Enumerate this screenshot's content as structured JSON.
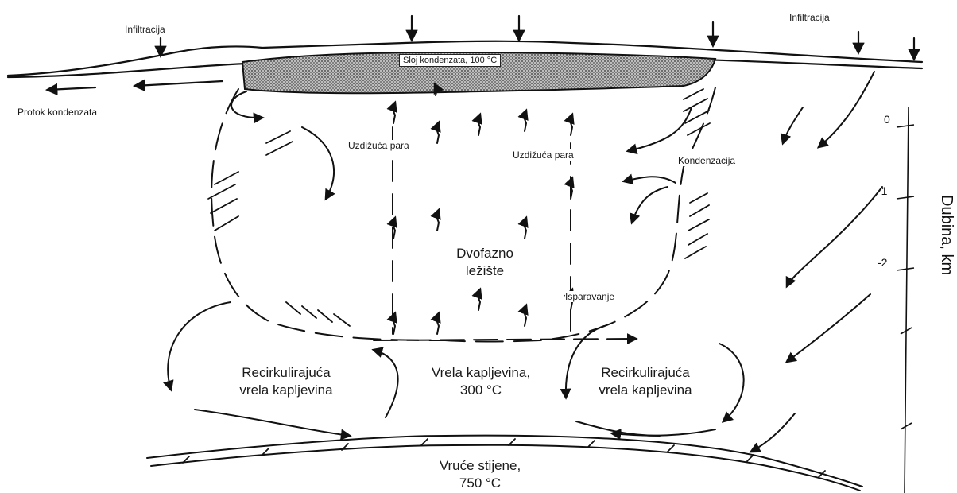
{
  "labels": {
    "infiltration_left": "Infiltracija",
    "infiltration_right": "Infiltracija",
    "condensate_flow": "Protok kondenzata",
    "condensate_layer": "Sloj kondenzata, 100 °C",
    "rising_steam_left": "Uzdižuća para",
    "rising_steam_right": "Uzdižuća para",
    "condensation": "Kondenzacija",
    "two_phase_line1": "Dvofazno",
    "two_phase_line2": "ležište",
    "evaporation": "Isparavanje",
    "recirc_left_line1": "Recirkulirajuća",
    "recirc_left_line2": "vrela kapljevina",
    "boiling_liquid_line1": "Vrela kapljevina,",
    "boiling_liquid_line2": "300 °C",
    "recirc_right_line1": "Recirkulirajuća",
    "recirc_right_line2": "vrela kapljevina",
    "hot_rocks_line1": "Vruće stijene,",
    "hot_rocks_line2": "750 °C"
  },
  "depth_axis": {
    "title": "Dubina, km",
    "ticks": [
      "0",
      "-1",
      "-2"
    ]
  }
}
